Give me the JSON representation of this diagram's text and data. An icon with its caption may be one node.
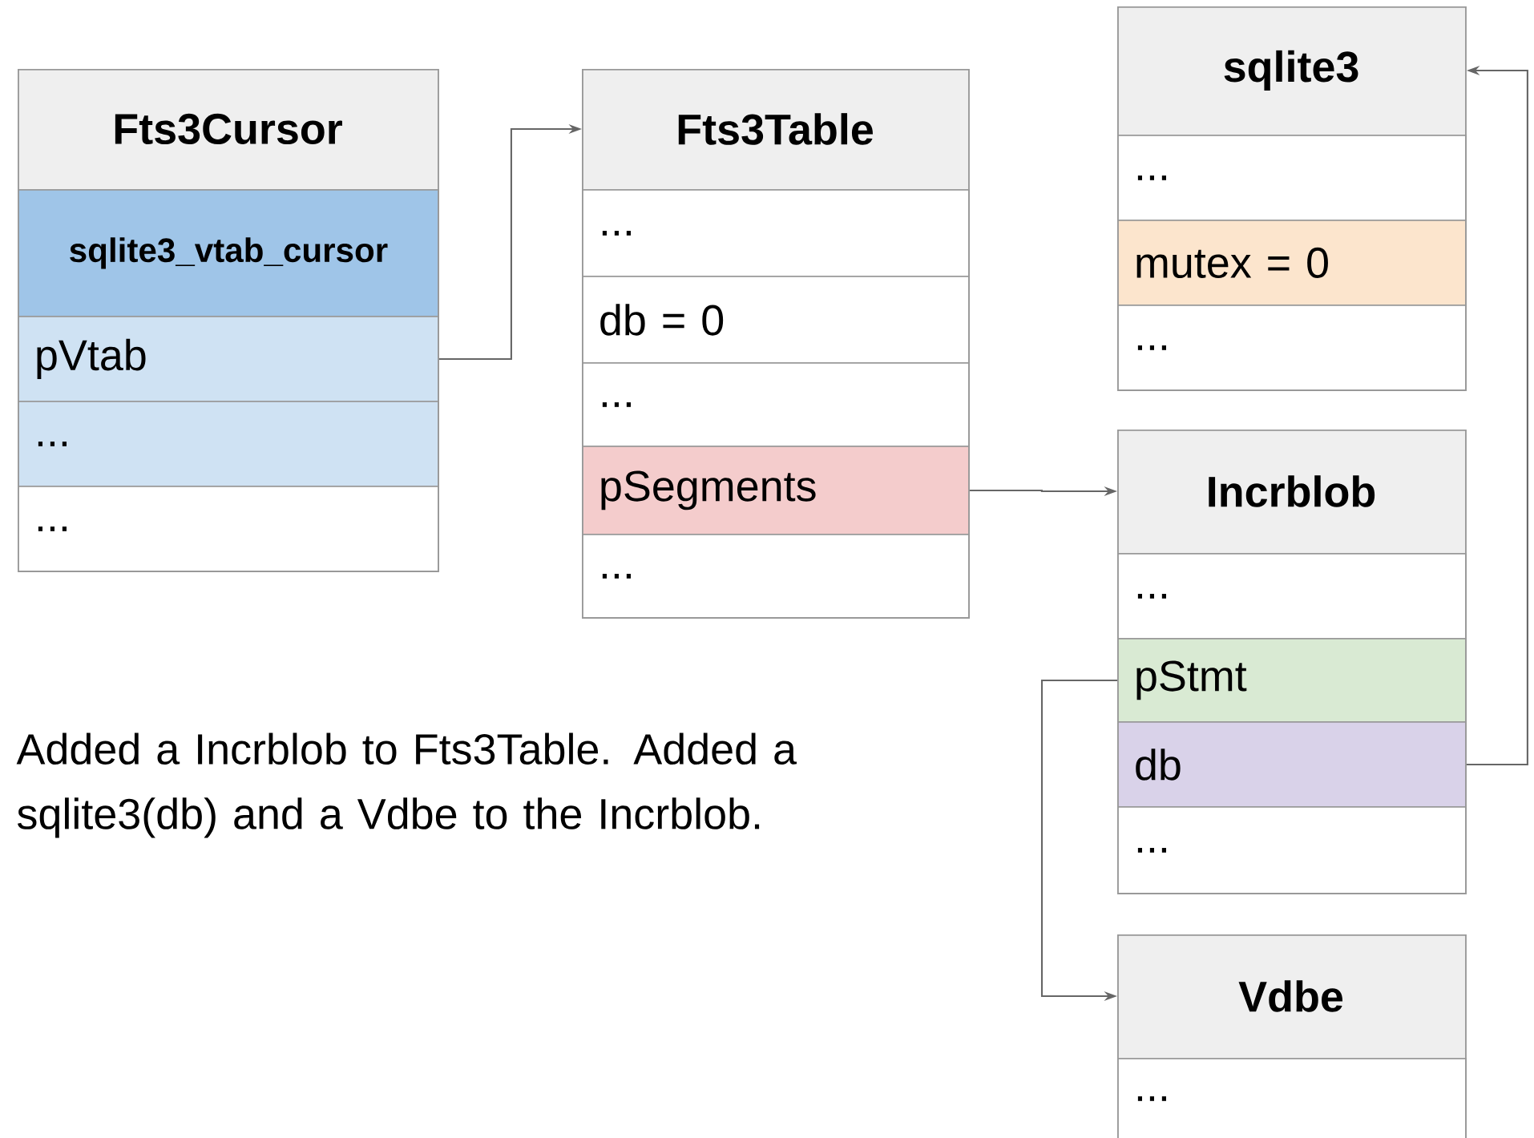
{
  "diagram": {
    "nodes": [
      {
        "text": [
          "Fts3Cursor"
        ]
      },
      {
        "text": [
          "sqlite3_vtab_cursor"
        ],
        "in": 0
      },
      {
        "text": [
          "pVtab"
        ],
        "in": 0
      },
      {
        "text": [
          "..."
        ],
        "in": 0
      },
      {
        "text": [
          "..."
        ],
        "in": 0
      },
      {
        "text": [
          "Fts3Table"
        ]
      },
      {
        "text": [
          "..."
        ],
        "in": 5
      },
      {
        "text": [
          "db = 0"
        ],
        "in": 5
      },
      {
        "text": [
          "..."
        ],
        "in": 5
      },
      {
        "text": [
          "pSegments"
        ],
        "in": 5
      },
      {
        "text": [
          "..."
        ],
        "in": 5
      },
      {
        "text": [
          "sqlite3"
        ]
      },
      {
        "text": [
          "..."
        ],
        "in": 11
      },
      {
        "text": [
          "mutex = 0"
        ],
        "in": 11
      },
      {
        "text": [
          "..."
        ],
        "in": 11
      },
      {
        "text": [
          "Incrblob"
        ]
      },
      {
        "text": [
          "..."
        ],
        "in": 15
      },
      {
        "text": [
          "pStmt"
        ],
        "in": 15
      },
      {
        "text": [
          "db"
        ],
        "in": 15
      },
      {
        "text": [
          "..."
        ],
        "in": 15
      },
      {
        "text": [
          "Vdbe"
        ]
      },
      {
        "text": [
          "..."
        ],
        "in": 20
      }
    ],
    "edges": [
      {
        "from": 2,
        "to": 5,
        "arrow": "to"
      },
      {
        "from": 9,
        "to": 15,
        "arrow": "to"
      },
      {
        "from": 17,
        "to": 20,
        "arrow": "to"
      },
      {
        "from": 18,
        "to": 11,
        "arrow": "to"
      }
    ],
    "labels": [
      "Added a Incrblob to Fts3Table. Added a sqlite3(db) and a Vdbe to the Incrblob."
    ]
  }
}
